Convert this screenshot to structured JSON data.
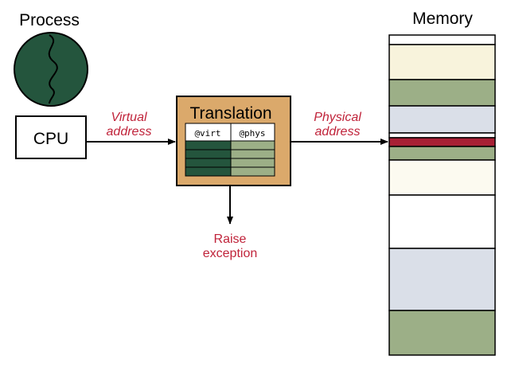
{
  "labels": {
    "process": "Process",
    "memory": "Memory",
    "cpu": "CPU",
    "translation": "Translation",
    "col_virt": "@virt",
    "col_phys": "@phys",
    "virtual_line1": "Virtual",
    "virtual_line2": "address",
    "physical_line1": "Physical",
    "physical_line2": "address",
    "raise_line1": "Raise",
    "raise_line2": "exception"
  },
  "colors": {
    "dark_green": "#24553d",
    "sage_green": "#9caf87",
    "cream": "#f8f3dc",
    "pale_cream": "#fcfaf0",
    "light_blue": "#dadfe8",
    "red_band": "#a72035",
    "translation_bg": "#dba96b",
    "label_red": "#c0233a"
  },
  "memory_blocks": [
    {
      "name": "empty",
      "color": "#ffffff"
    },
    {
      "name": "cream",
      "color": "#f8f3dc"
    },
    {
      "name": "sage",
      "color": "#9caf87"
    },
    {
      "name": "light-blue",
      "color": "#dadfe8"
    },
    {
      "name": "empty",
      "color": "#ffffff"
    },
    {
      "name": "red",
      "color": "#a72035"
    },
    {
      "name": "sage",
      "color": "#9caf87"
    },
    {
      "name": "pale-cream",
      "color": "#fcfaf0"
    },
    {
      "name": "empty",
      "color": "#ffffff"
    },
    {
      "name": "light-blue",
      "color": "#dadfe8"
    },
    {
      "name": "sage",
      "color": "#9caf87"
    }
  ]
}
